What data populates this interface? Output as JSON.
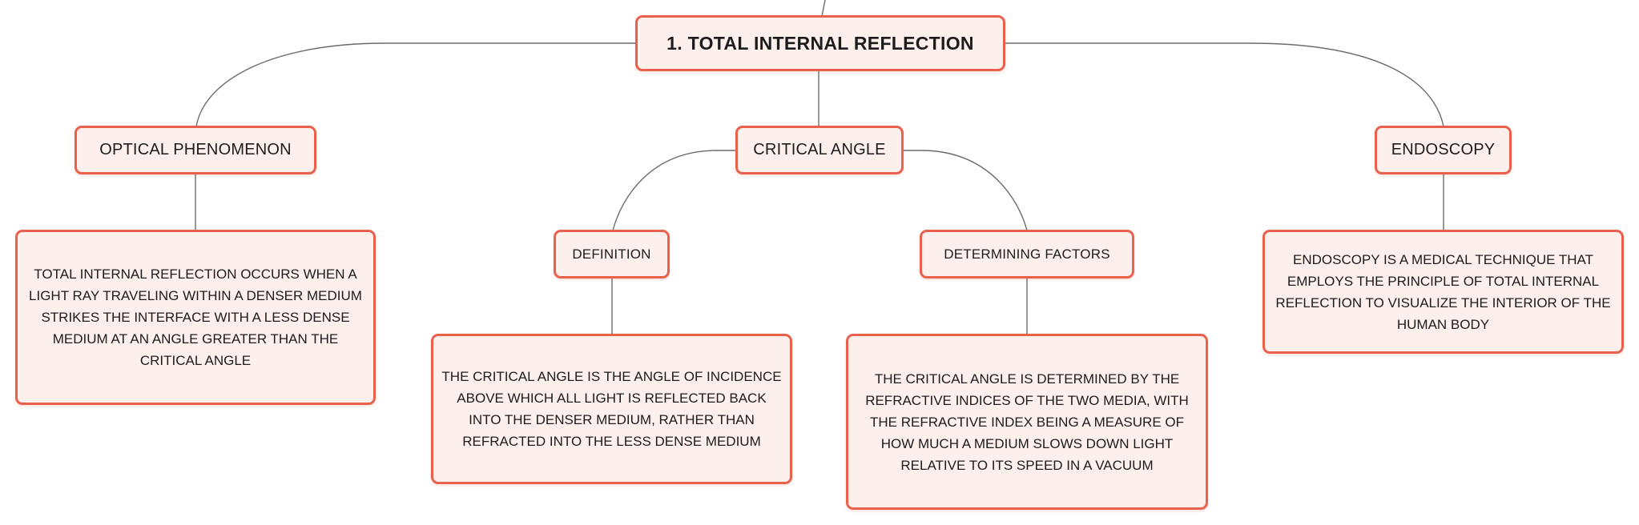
{
  "root": {
    "label": "1. TOTAL INTERNAL REFLECTION"
  },
  "branches": {
    "optical": {
      "label": "OPTICAL PHENOMENON",
      "detail": "TOTAL INTERNAL REFLECTION OCCURS WHEN A LIGHT RAY TRAVELING WITHIN A DENSER MEDIUM STRIKES THE INTERFACE WITH A LESS DENSE MEDIUM AT AN ANGLE GREATER THAN THE CRITICAL ANGLE"
    },
    "critical": {
      "label": "CRITICAL ANGLE",
      "definition": {
        "label": "DEFINITION",
        "detail": "THE CRITICAL ANGLE IS THE ANGLE OF INCIDENCE ABOVE WHICH ALL LIGHT IS REFLECTED BACK INTO THE DENSER MEDIUM, RATHER THAN REFRACTED INTO THE LESS DENSE MEDIUM"
      },
      "factors": {
        "label": "DETERMINING FACTORS",
        "detail": "THE CRITICAL ANGLE IS DETERMINED BY THE REFRACTIVE INDICES OF THE TWO MEDIA, WITH THE REFRACTIVE INDEX BEING A MEASURE OF HOW MUCH A MEDIUM SLOWS DOWN LIGHT RELATIVE TO ITS SPEED IN A VACUUM"
      }
    },
    "endoscopy": {
      "label": "ENDOSCOPY",
      "detail": "ENDOSCOPY IS A MEDICAL TECHNIQUE THAT EMPLOYS THE PRINCIPLE OF TOTAL INTERNAL REFLECTION TO VISUALIZE THE INTERIOR OF THE HUMAN BODY"
    }
  },
  "colors": {
    "node_border": "#e8614c",
    "node_fill": "#fdf0ec",
    "connector": "#6b6b6b"
  }
}
